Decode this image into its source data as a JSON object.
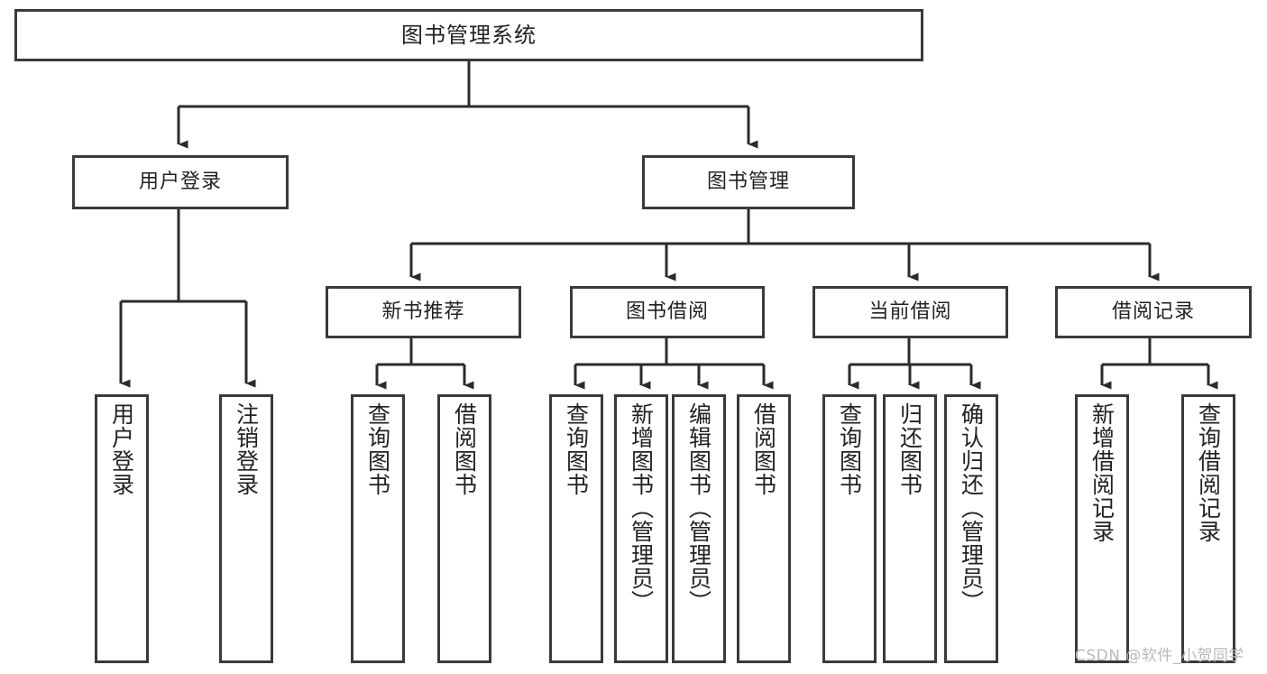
{
  "diagram": {
    "title": "图书管理系统",
    "root": {
      "label": "图书管理系统"
    },
    "level2": [
      {
        "label": "用户登录"
      },
      {
        "label": "图书管理"
      }
    ],
    "level3": [
      {
        "label": "新书推荐"
      },
      {
        "label": "图书借阅"
      },
      {
        "label": "当前借阅"
      },
      {
        "label": "借阅记录"
      }
    ],
    "leaves": {
      "user_login": [
        {
          "label": "用户登录"
        },
        {
          "label": "注销登录"
        }
      ],
      "new_book_recommend": [
        {
          "label": "查询图书"
        },
        {
          "label": "借阅图书"
        }
      ],
      "book_borrow": [
        {
          "label": "查询图书"
        },
        {
          "label": "新增图书（管理员）"
        },
        {
          "label": "编辑图书（管理员）"
        },
        {
          "label": "借阅图书"
        }
      ],
      "current_borrow": [
        {
          "label": "查询图书"
        },
        {
          "label": "归还图书"
        },
        {
          "label": "确认归还（管理员）"
        }
      ],
      "borrow_records": [
        {
          "label": "新增借阅记录"
        },
        {
          "label": "查询借阅记录"
        }
      ]
    },
    "watermark": "CSDN @软件_小贺同学",
    "colors": {
      "background": "#ffffff",
      "box_border": "#3a3a3a",
      "connector": "#2b2b2b",
      "text": "#222222",
      "watermark": "#b9b9b9"
    }
  }
}
